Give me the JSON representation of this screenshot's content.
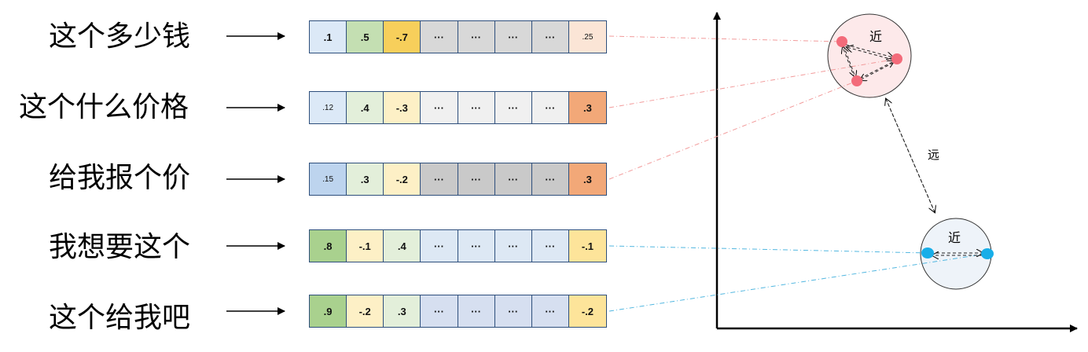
{
  "sentences": [
    "这个多少钱",
    "这个什么价格",
    "给我报个价",
    "我想要这个",
    "这个给我吧"
  ],
  "vectors": [
    [
      ".1",
      ".5",
      "-.7",
      "···",
      "···",
      "···",
      "···",
      ".25"
    ],
    [
      ".12",
      ".4",
      "-.3",
      "···",
      "···",
      "···",
      "···",
      ".3"
    ],
    [
      ".15",
      ".3",
      "-.2",
      "···",
      "···",
      "···",
      "···",
      ".3"
    ],
    [
      ".8",
      "-.1",
      ".4",
      "···",
      "···",
      "···",
      "···",
      "-.1"
    ],
    [
      ".9",
      "-.2",
      ".3",
      "···",
      "···",
      "···",
      "···",
      "-.2"
    ]
  ],
  "cluster_labels": {
    "near_top": "近",
    "near_bottom": "近",
    "far": "远"
  },
  "colors": {
    "red_points": "#f36b7a",
    "blue_points": "#18aee8",
    "red_link": "#f29b9b",
    "blue_link": "#52b7e0"
  }
}
